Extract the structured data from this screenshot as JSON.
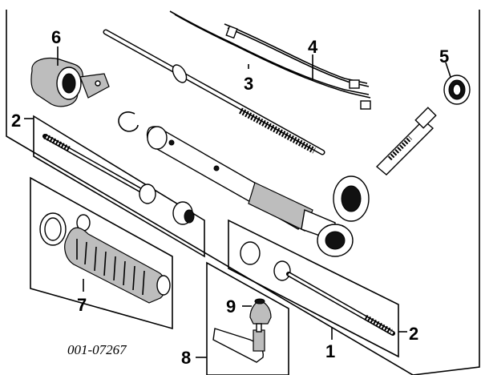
{
  "callouts": {
    "c1": "1",
    "c2_left": "2",
    "c2_right": "2",
    "c3": "3",
    "c4": "4",
    "c5": "5",
    "c6": "6",
    "c7": "7",
    "c8": "8",
    "c9": "9"
  },
  "diagram_code": "001-07267"
}
